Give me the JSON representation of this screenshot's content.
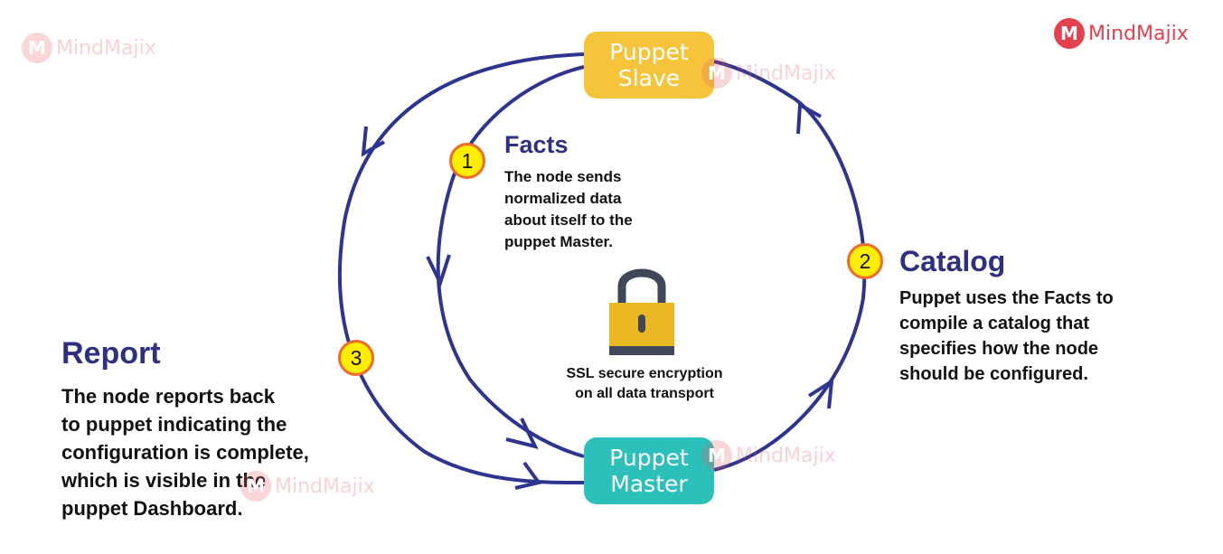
{
  "nodes": {
    "slave": {
      "line1": "Puppet",
      "line2": "Slave",
      "color": "#f6c43b"
    },
    "master": {
      "line1": "Puppet",
      "line2": "Master",
      "color": "#2cc0bb"
    }
  },
  "steps": [
    {
      "number": "1",
      "title": "Facts",
      "text": "The node sends normalized data about itself to the puppet Master."
    },
    {
      "number": "2",
      "title": "Catalog",
      "text": "Puppet uses the Facts to compile a catalog that specifies how the node should be configured."
    },
    {
      "number": "3",
      "title": "Report",
      "text": "The node reports back to puppet indicating the configuration is complete, which is visible in the puppet Dashboard."
    }
  ],
  "facts_lines": [
    "The node sends",
    "normalized data",
    "about itself to the",
    "puppet Master."
  ],
  "catalog_lines": [
    "Puppet uses the Facts to",
    "compile a catalog that",
    "specifies how the node",
    "should be configured."
  ],
  "report_lines": [
    "The node reports back",
    "to puppet indicating the",
    "configuration is complete,",
    "which is visible in the",
    "puppet Dashboard."
  ],
  "center": {
    "icon": "padlock-icon",
    "line1": "SSL secure encryption",
    "line2": "on all data transport"
  },
  "watermark": {
    "brand": "MindMajix",
    "logo_glyph": "M"
  },
  "colors": {
    "arrow": "#2e3590",
    "heading": "#2e3082",
    "badge_fill": "#ffee00",
    "badge_border": "#ee6b2c",
    "lock_body": "#e9b823",
    "lock_shackle": "#3f4759"
  }
}
